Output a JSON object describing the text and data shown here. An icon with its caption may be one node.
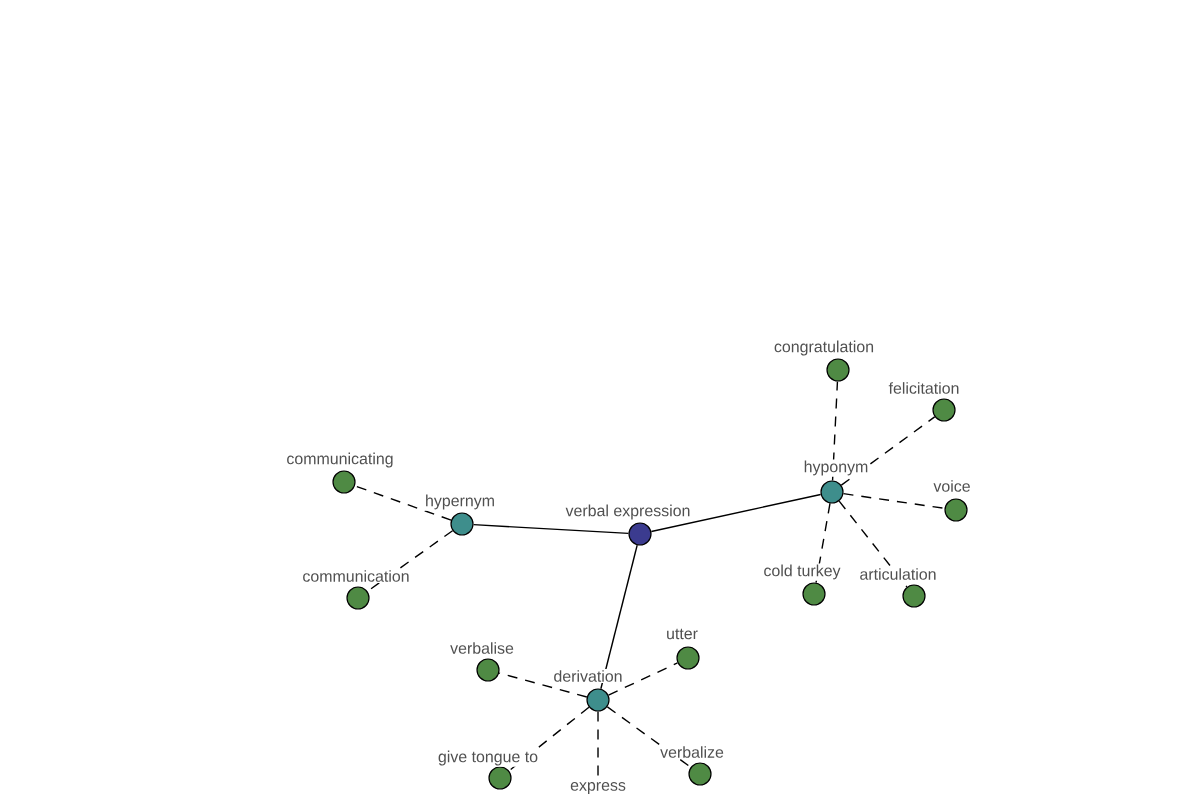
{
  "diagram": {
    "nodes": [
      {
        "text": [
          "congratulation"
        ]
      },
      {
        "text": [
          "felicitation"
        ]
      },
      {
        "text": [
          "communicating"
        ]
      },
      {
        "text": [
          "hyponym"
        ]
      },
      {
        "text": [
          "voice"
        ]
      },
      {
        "text": [
          "hypernym"
        ]
      },
      {
        "text": [
          "verbal expression"
        ]
      },
      {
        "text": [
          "cold turkey"
        ]
      },
      {
        "text": [
          "articulation"
        ]
      },
      {
        "text": [
          "communication"
        ]
      },
      {
        "text": [
          "utter"
        ]
      },
      {
        "text": [
          "verbalise"
        ]
      },
      {
        "text": [
          "derivation"
        ]
      },
      {
        "text": [
          "verbalize"
        ]
      },
      {
        "text": [
          "give tongue to"
        ]
      },
      {
        "text": [
          "express"
        ]
      }
    ],
    "edges": [
      {
        "from": 6,
        "to": 5,
        "arrow": "none"
      },
      {
        "from": 6,
        "to": 3,
        "arrow": "none"
      },
      {
        "from": 6,
        "to": 12,
        "arrow": "none"
      },
      {
        "from": 5,
        "to": 2,
        "arrow": "none",
        "style": "dashed"
      },
      {
        "from": 5,
        "to": 9,
        "arrow": "none",
        "style": "dashed"
      },
      {
        "from": 3,
        "to": 0,
        "arrow": "none",
        "style": "dashed"
      },
      {
        "from": 3,
        "to": 1,
        "arrow": "none",
        "style": "dashed"
      },
      {
        "from": 3,
        "to": 4,
        "arrow": "none",
        "style": "dashed"
      },
      {
        "from": 3,
        "to": 7,
        "arrow": "none",
        "style": "dashed"
      },
      {
        "from": 3,
        "to": 8,
        "arrow": "none",
        "style": "dashed"
      },
      {
        "from": 12,
        "to": 11,
        "arrow": "none",
        "style": "dashed"
      },
      {
        "from": 12,
        "to": 10,
        "arrow": "none",
        "style": "dashed"
      },
      {
        "from": 12,
        "to": 14,
        "arrow": "none",
        "style": "dashed"
      },
      {
        "from": 12,
        "to": 15,
        "arrow": "none",
        "style": "dashed"
      },
      {
        "from": 12,
        "to": 13,
        "arrow": "none",
        "style": "dashed"
      }
    ]
  }
}
